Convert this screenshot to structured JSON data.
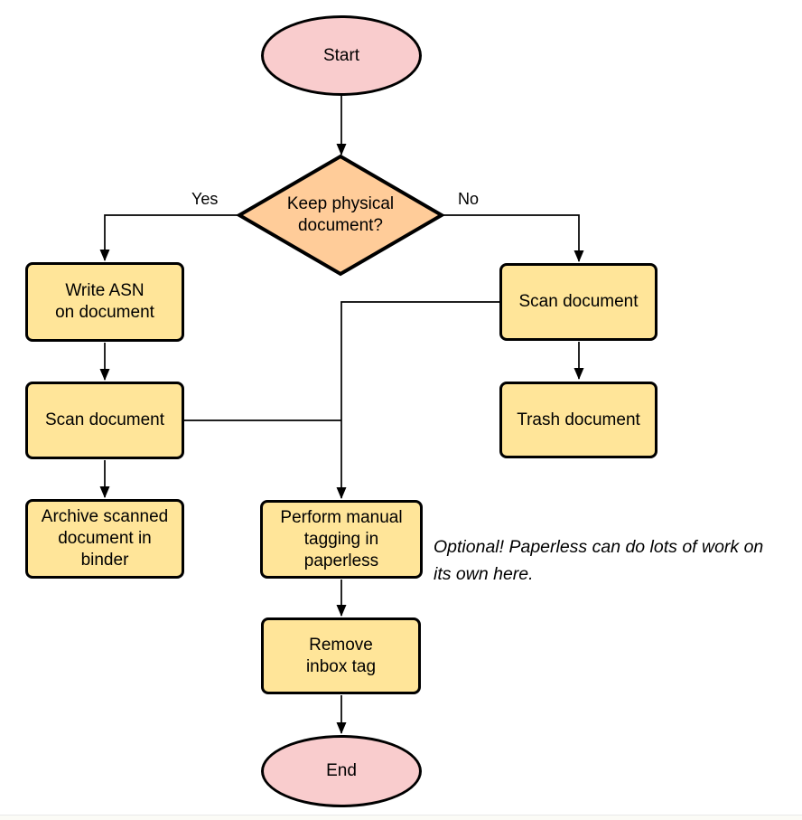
{
  "diagram": {
    "nodes": {
      "start": {
        "label": "Start",
        "type": "terminator"
      },
      "decision": {
        "label": "Keep physical\ndocument?",
        "type": "decision"
      },
      "write_asn": {
        "label": "Write ASN\non document",
        "type": "process"
      },
      "scan_left": {
        "label": "Scan document",
        "type": "process"
      },
      "archive": {
        "label": "Archive scanned\ndocument in\nbinder",
        "type": "process"
      },
      "scan_right": {
        "label": "Scan document",
        "type": "process"
      },
      "trash": {
        "label": "Trash document",
        "type": "process"
      },
      "tagging": {
        "label": "Perform manual\ntagging in\npaperless",
        "type": "process"
      },
      "remove_inbox": {
        "label": "Remove\ninbox tag",
        "type": "process"
      },
      "end": {
        "label": "End",
        "type": "terminator"
      }
    },
    "edge_labels": {
      "yes": "Yes",
      "no": "No"
    },
    "annotation": "Optional! Paperless can do lots of work on\nits own here.",
    "colors": {
      "terminator_fill": "#f9cccd",
      "decision_fill": "#ffcc99",
      "process_fill": "#ffe599",
      "stroke": "#000000",
      "connector": "#000000",
      "text": "#000000"
    }
  }
}
